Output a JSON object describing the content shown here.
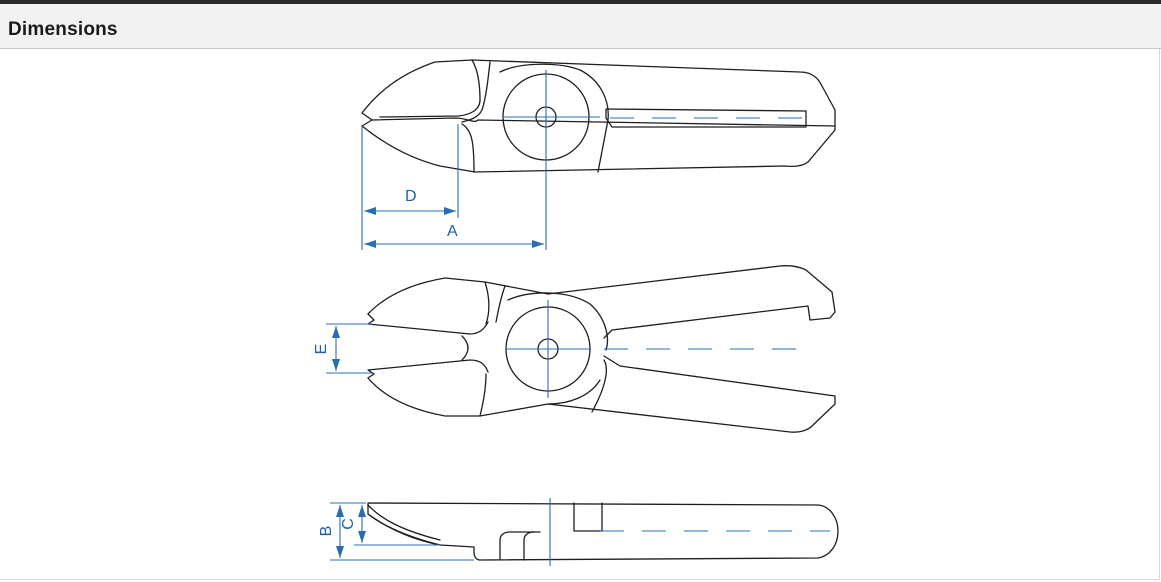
{
  "section": {
    "title": "Dimensions"
  },
  "drawing": {
    "dimension_labels": {
      "a": "A",
      "b": "B",
      "c": "C",
      "d": "D",
      "e": "E"
    },
    "line_color": "#2a6db5",
    "outline_color": "#1e1e1e"
  }
}
